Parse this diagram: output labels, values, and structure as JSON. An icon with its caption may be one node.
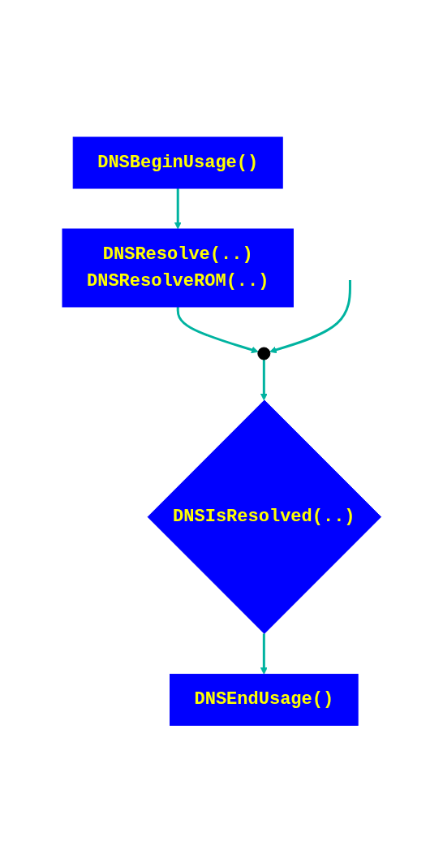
{
  "diagram": {
    "nodes": [
      {
        "text": [
          "DNSBeginUsage()"
        ]
      },
      {
        "text": [
          "DNSResolve(..)",
          "DNSResolveROM(..)"
        ]
      },
      {
        "text": [],
        "shape": "circle"
      },
      {
        "text": [
          "DNSIsResolved(..)"
        ]
      },
      {
        "text": [
          "DNSEndUsage()"
        ]
      }
    ],
    "edges": [
      {
        "from": 0,
        "to": 1,
        "arrow": "to"
      },
      {
        "from": 1,
        "to": 2,
        "arrow": "to"
      },
      {
        "from": null,
        "to": 2,
        "arrow": "to"
      },
      {
        "from": 2,
        "to": 3,
        "arrow": "to"
      },
      {
        "from": 3,
        "to": 4,
        "arrow": "to"
      }
    ]
  }
}
